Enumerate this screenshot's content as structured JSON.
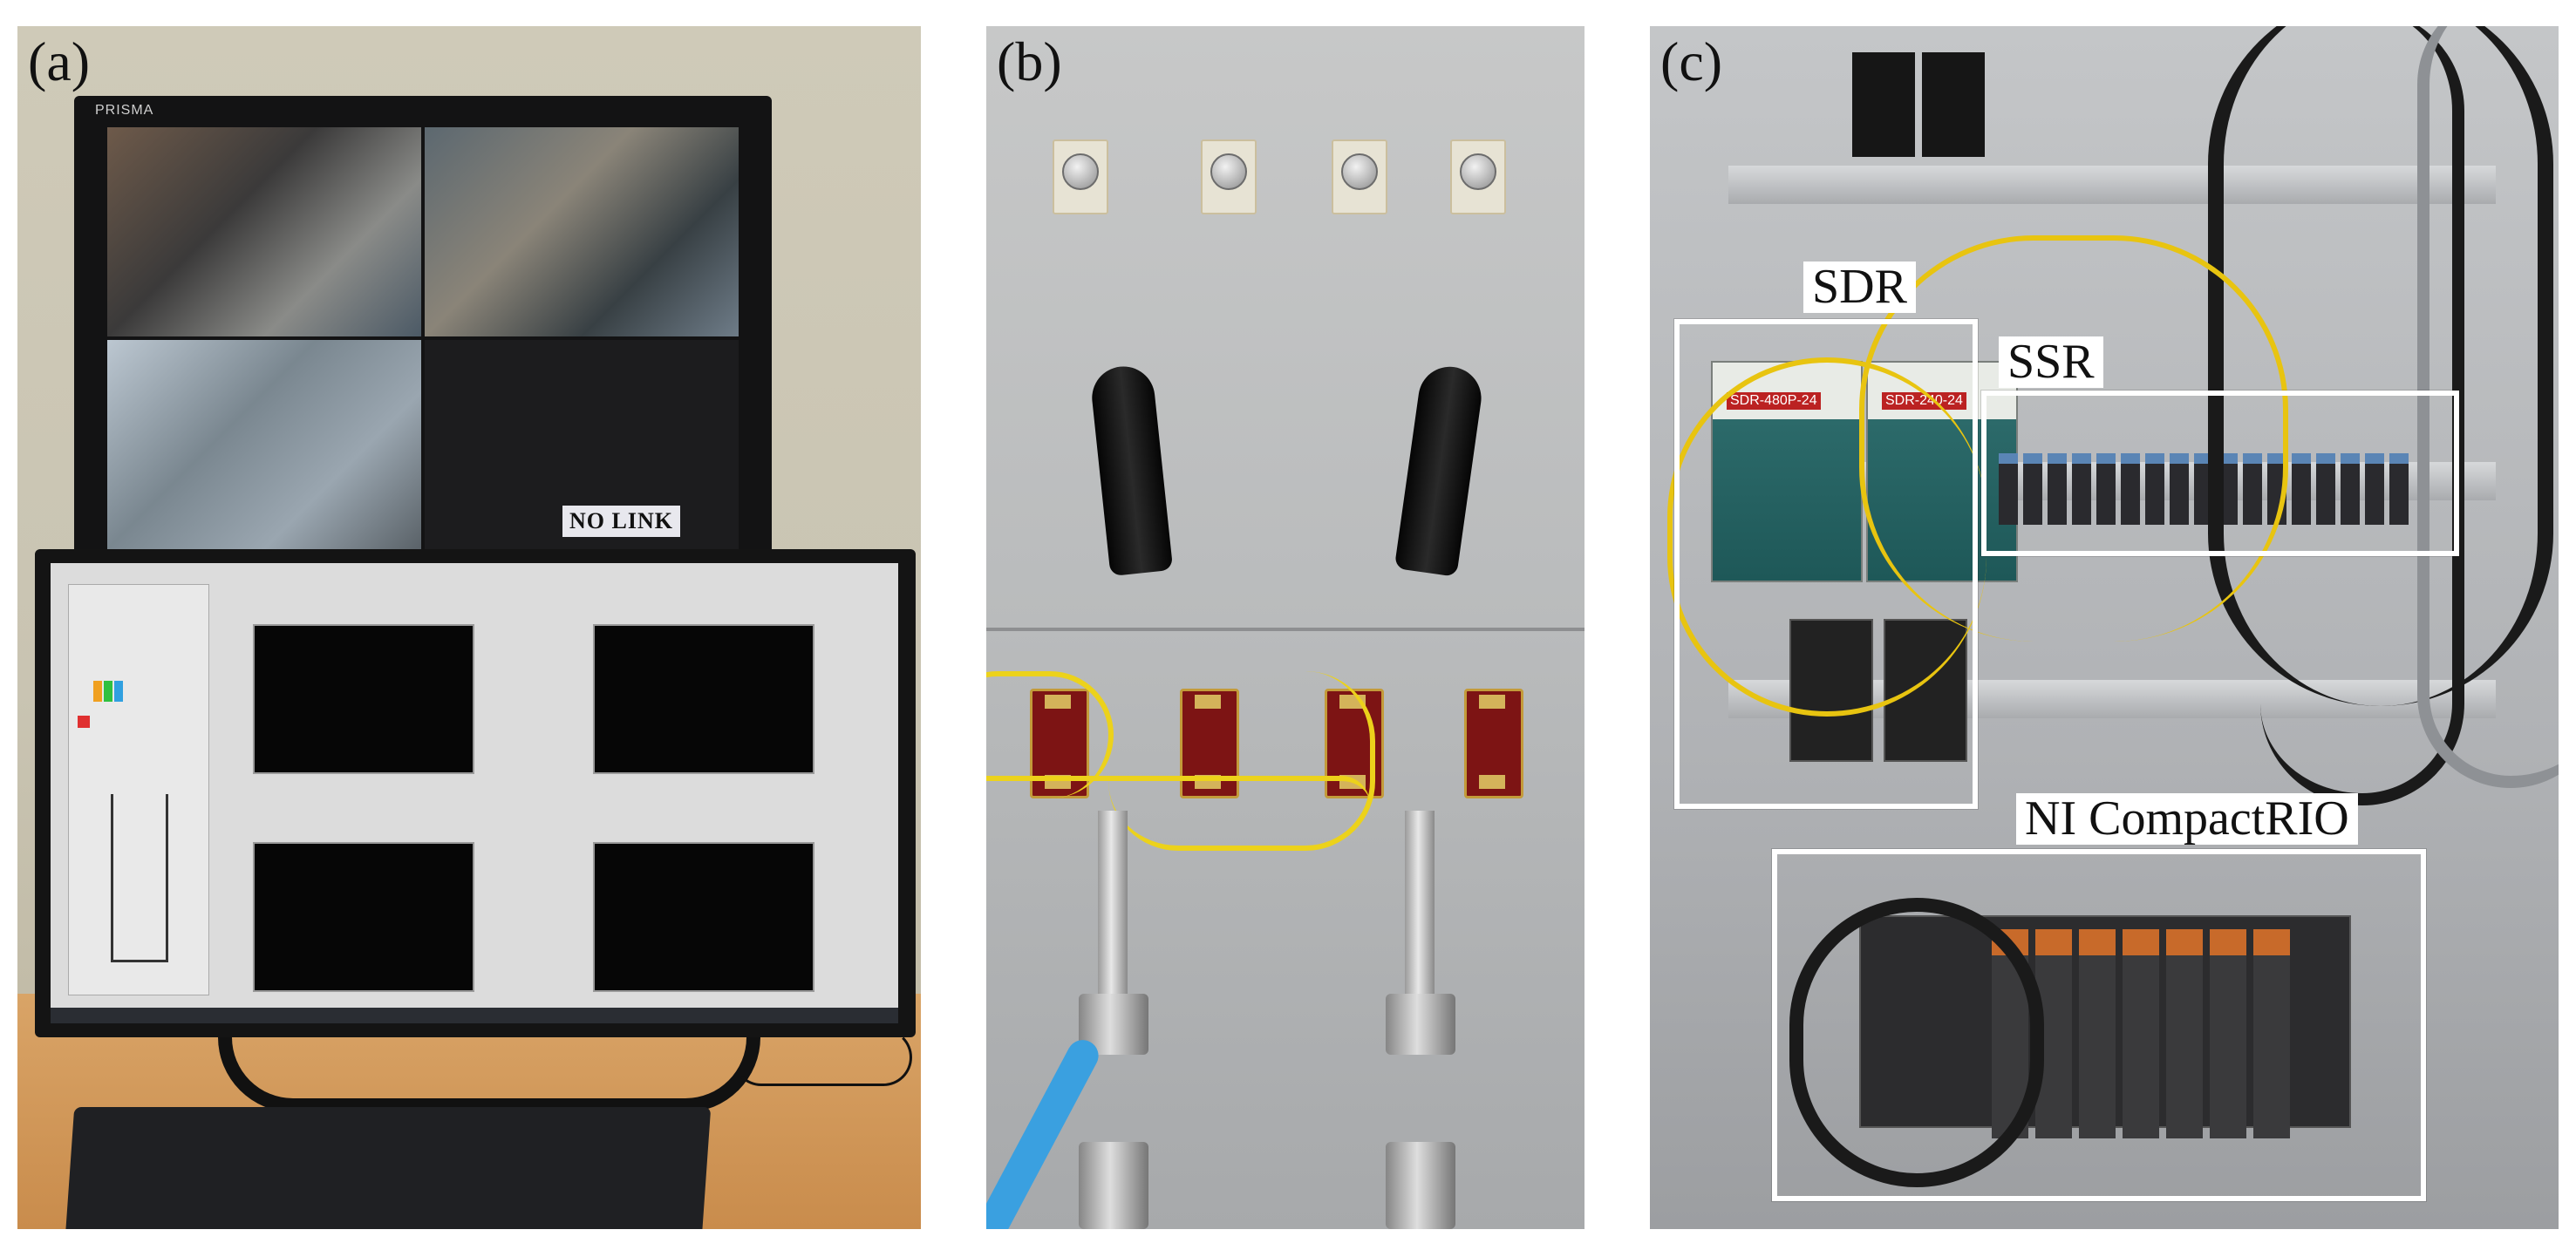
{
  "panels": {
    "a": {
      "letter": "(a)",
      "monitor_brand": "PRISMA",
      "overlay_text": "NO LINK"
    },
    "b": {
      "letter": "(b)"
    },
    "c": {
      "letter": "(c)",
      "labels": {
        "sdr": "SDR",
        "ssr": "SSR",
        "crio": "NI CompactRIO"
      },
      "psu_models": [
        "SDR-480P-24",
        "SDR-240-24"
      ]
    }
  },
  "colors": {
    "highlight_box": "#ffffff",
    "wire_yellow": "#ecd21b",
    "switch_red": "#7d1414",
    "blue_tubing": "#3aa0e0"
  }
}
